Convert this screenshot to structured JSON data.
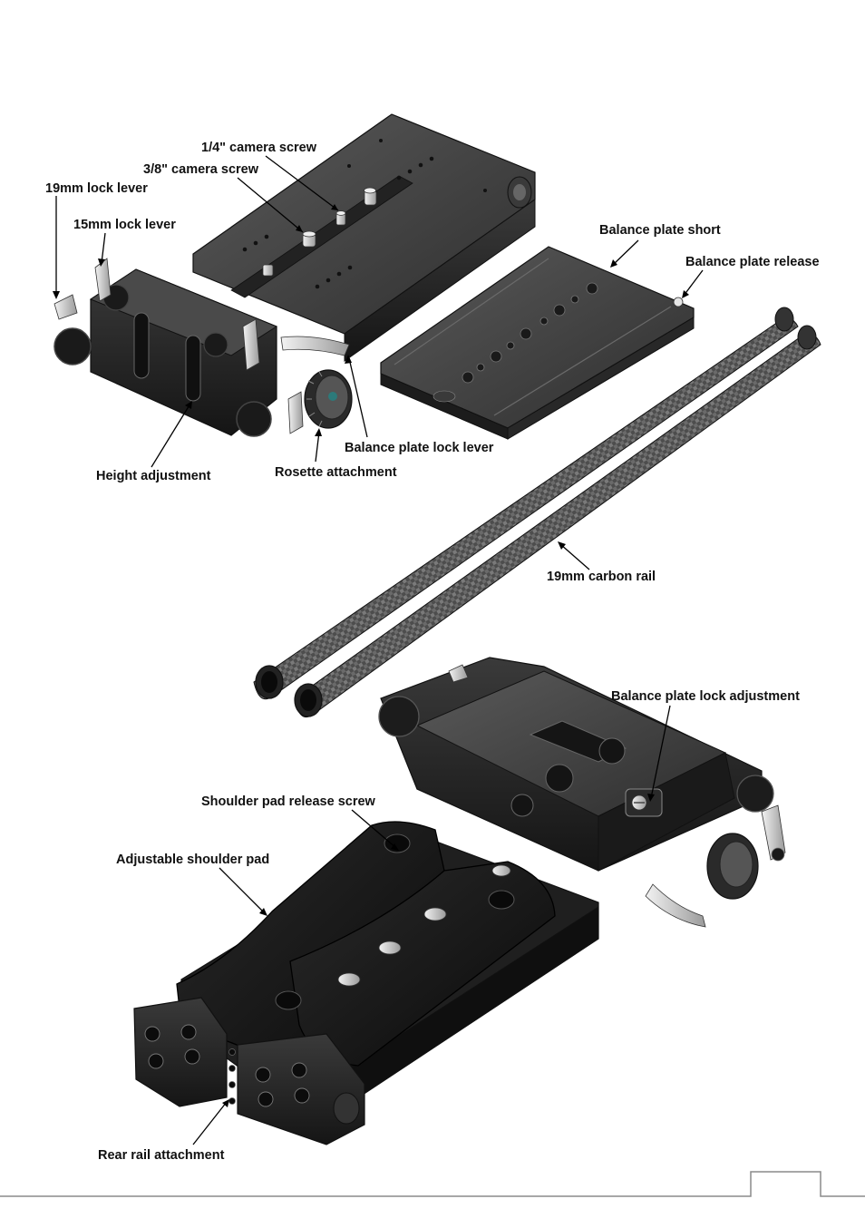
{
  "labels": {
    "quarter_screw": "1/4\" camera screw",
    "three_eighth_screw": "3/8\" camera screw",
    "lock19": "19mm lock lever",
    "lock15": "15mm lock lever",
    "balance_short": "Balance plate short",
    "balance_release": "Balance plate release",
    "balance_lock_lever": "Balance plate lock lever",
    "height_adj": "Height adjustment",
    "rosette": "Rosette attachment",
    "carbon_rail": "19mm carbon rail",
    "balance_lock_adj": "Balance plate lock adjustment",
    "shoulder_release": "Shoulder pad release screw",
    "shoulder_pad": "Adjustable shoulder pad",
    "rear_rail": "Rear rail attachment"
  },
  "colors": {
    "metal_dark": "#2b2b2b",
    "metal_mid": "#4a4a4a",
    "metal_light": "#6e6e6e",
    "pad_black": "#141414",
    "chrome": "#d6d6d6",
    "carbon": "#555555",
    "page_line": "#888888"
  }
}
